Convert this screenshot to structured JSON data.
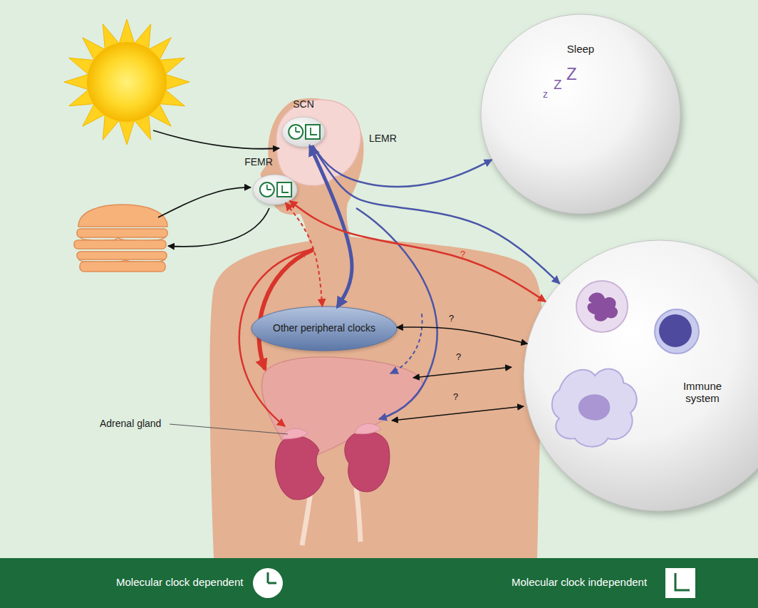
{
  "diagram": {
    "nodes": [
      {
        "text": [
          "SCN"
        ]
      },
      {
        "text": [
          "FEMR"
        ]
      },
      {
        "text": [
          "Sleep"
        ]
      },
      {
        "text": [
          "Other peripheral clocks"
        ]
      },
      {
        "text": [
          "Immune system"
        ]
      }
    ],
    "edges": [
      {
        "from": 0,
        "to": 2,
        "arrow": "to"
      },
      {
        "from": 0,
        "to": 4,
        "arrow": "to"
      },
      {
        "from": 0,
        "to": 3,
        "arrow": "both"
      },
      {
        "from": 1,
        "to": 3,
        "arrow": "both",
        "label": "?"
      },
      {
        "from": 1,
        "to": 4,
        "arrow": "both",
        "label": "?"
      },
      {
        "from": 3,
        "to": 4,
        "arrow": "both",
        "label": "?"
      }
    ],
    "labels": [
      "z",
      "Z",
      "Z",
      "LEMR",
      "?",
      "?",
      "Adrenal gland"
    ],
    "legend": [
      {
        "text": "Molecular clock dependent"
      },
      {
        "text": "Molecular clock independent"
      }
    ]
  }
}
